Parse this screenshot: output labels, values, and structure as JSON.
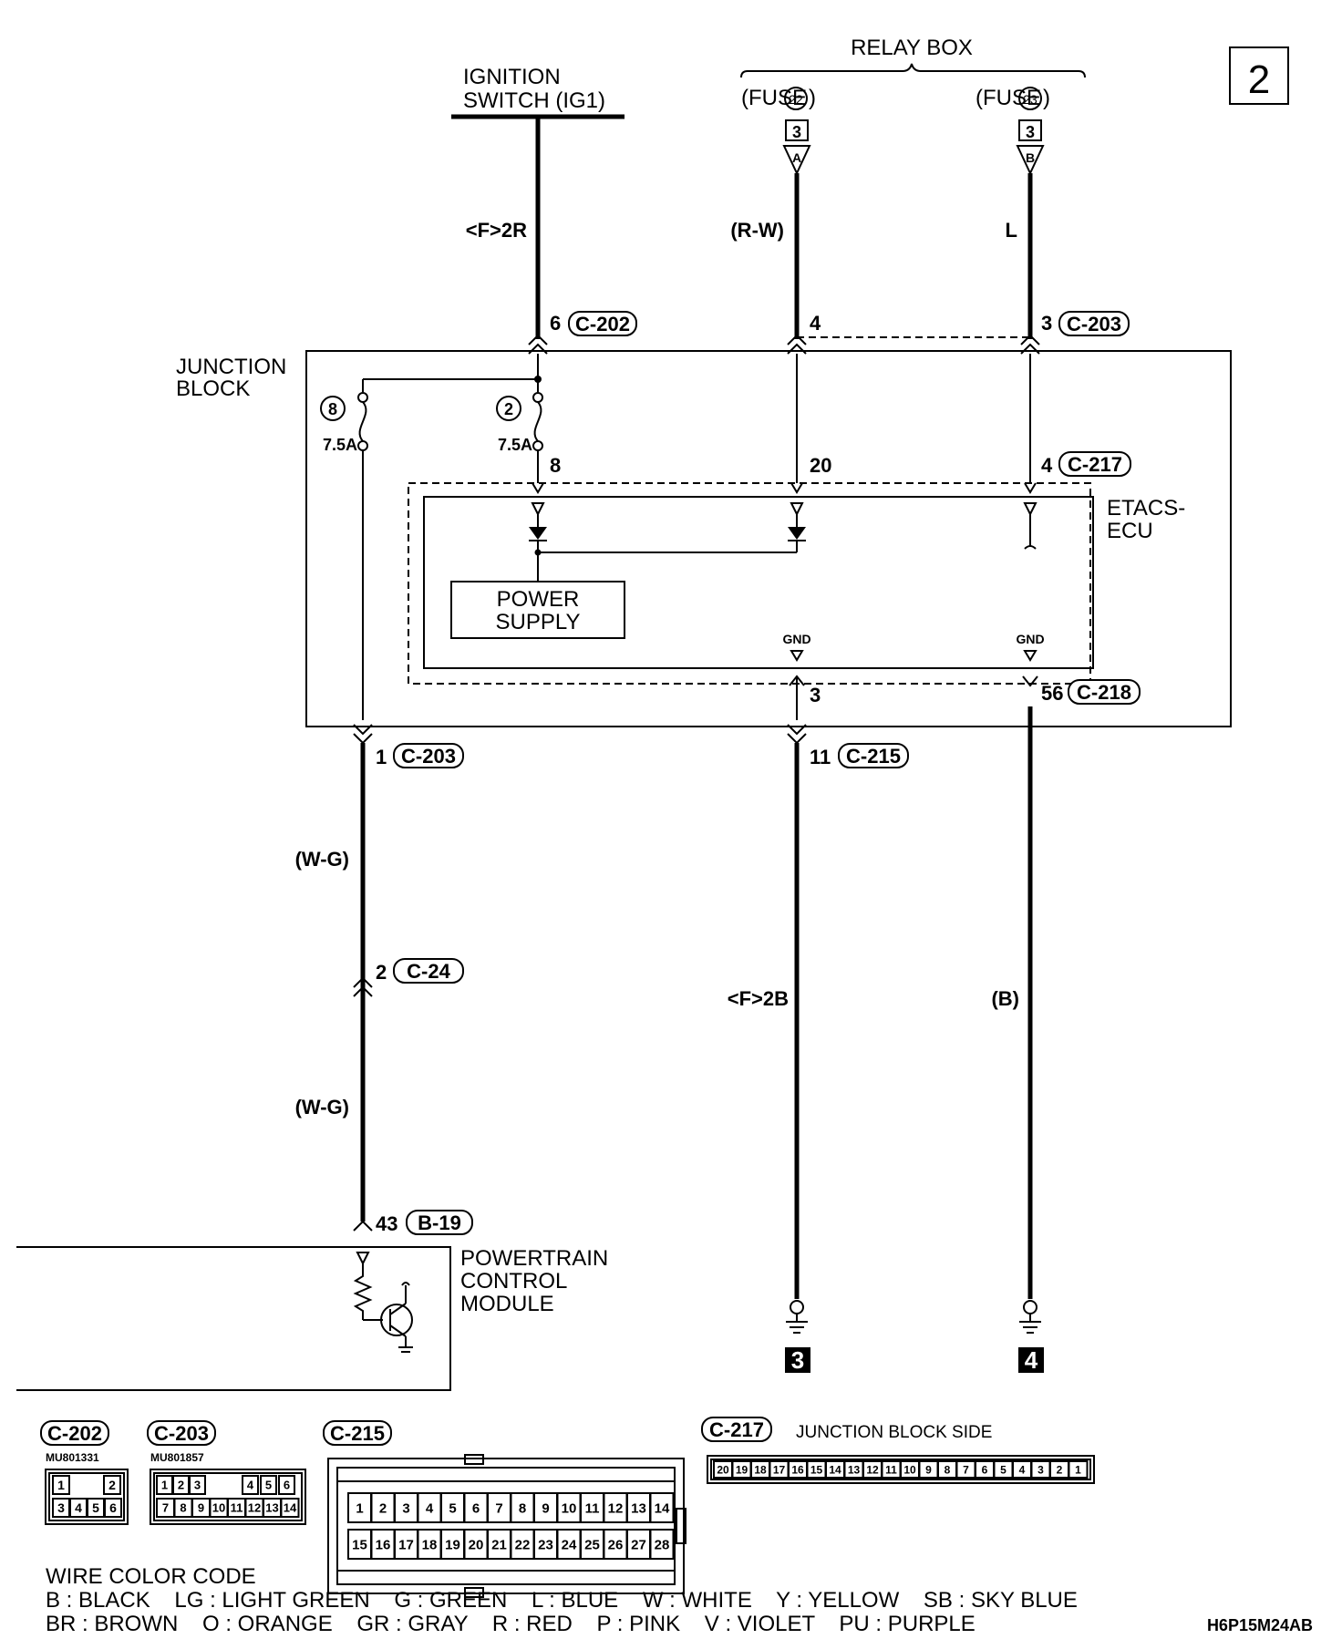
{
  "page_number": "2",
  "relay_box": {
    "label": "RELAY BOX",
    "fuse_a": "(FUSE",
    "fuse_a_num": "22",
    "fuse_b": "(FUSE",
    "fuse_b_num": "23",
    "paren": ")"
  },
  "ignition": {
    "line1": "IGNITION",
    "line2": "SWITCH (IG1)"
  },
  "refs": {
    "a_num": "3",
    "a_letter": "A",
    "b_num": "3",
    "b_letter": "B"
  },
  "wires": {
    "w1": "<F>2R",
    "w2": "(R-W)",
    "w3": "L",
    "w4a": "(W-G)",
    "w4b": "(W-G)",
    "w5": "<F>2B",
    "w6": "(B)"
  },
  "junction_block": {
    "line1": "JUNCTION",
    "line2": "BLOCK"
  },
  "fuses": {
    "f8": "8",
    "f2": "2",
    "f8_rating": "7.5A",
    "f2_rating": "7.5A"
  },
  "etacs": {
    "line1": "ETACS-",
    "line2": "ECU"
  },
  "power_supply": {
    "line1": "POWER",
    "line2": "SUPPLY"
  },
  "gnd": {
    "g1": "GND",
    "g2": "GND"
  },
  "pins": {
    "p6": "6",
    "c202": "C-202",
    "p4": "4",
    "p3": "3",
    "c203": "C-203",
    "p8": "8",
    "p20": "20",
    "p4b": "4",
    "c217": "C-217",
    "p3b": "3",
    "p56": "56",
    "c218": "C-218",
    "p1": "1",
    "c203b": "C-203",
    "p11": "11",
    "c215": "C-215",
    "p2": "2",
    "c24": "C-24",
    "p43": "43",
    "b19": "B-19"
  },
  "pcm": {
    "line1": "POWERTRAIN",
    "line2": "CONTROL",
    "line3": "MODULE"
  },
  "grounds": {
    "g3": "3",
    "g4": "4"
  },
  "connectors": {
    "c202": "C-202",
    "c202_part": "MU801331",
    "c203": "C-203",
    "c203_part": "MU801857",
    "c215": "C-215",
    "c217": "C-217",
    "c217_side": "JUNCTION BLOCK SIDE",
    "c202_top": [
      "1",
      "2"
    ],
    "c202_bottom": [
      "3",
      "4",
      "5",
      "6"
    ],
    "c203_top": [
      "1",
      "2",
      "3",
      "4",
      "5",
      "6"
    ],
    "c203_bottom": [
      "7",
      "8",
      "9",
      "10",
      "11",
      "12",
      "13",
      "14"
    ],
    "c215_top": [
      "1",
      "2",
      "3",
      "4",
      "5",
      "6",
      "7",
      "8",
      "9",
      "10",
      "11",
      "12",
      "13",
      "14"
    ],
    "c215_bottom": [
      "15",
      "16",
      "17",
      "18",
      "19",
      "20",
      "21",
      "22",
      "23",
      "24",
      "25",
      "26",
      "27",
      "28"
    ],
    "c217_pins": [
      "20",
      "19",
      "18",
      "17",
      "16",
      "15",
      "14",
      "13",
      "12",
      "11",
      "10",
      "9",
      "8",
      "7",
      "6",
      "5",
      "4",
      "3",
      "2",
      "1"
    ]
  },
  "color_code": {
    "title": "WIRE COLOR CODE",
    "line1": "B : BLACK    LG : LIGHT GREEN    G : GREEN    L : BLUE    W : WHITE    Y : YELLOW    SB : SKY BLUE",
    "line2": "BR : BROWN    O : ORANGE    GR : GRAY    R : RED    P : PINK    V : VIOLET    PU : PURPLE"
  },
  "doc_code": "H6P15M24AB"
}
